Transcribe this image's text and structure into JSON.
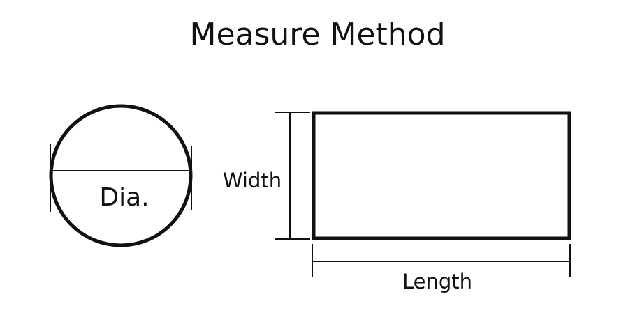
{
  "title": "Measure Method",
  "circle": {
    "label": "Dia."
  },
  "rectangle": {
    "width_label": "Width",
    "length_label": "Length"
  }
}
